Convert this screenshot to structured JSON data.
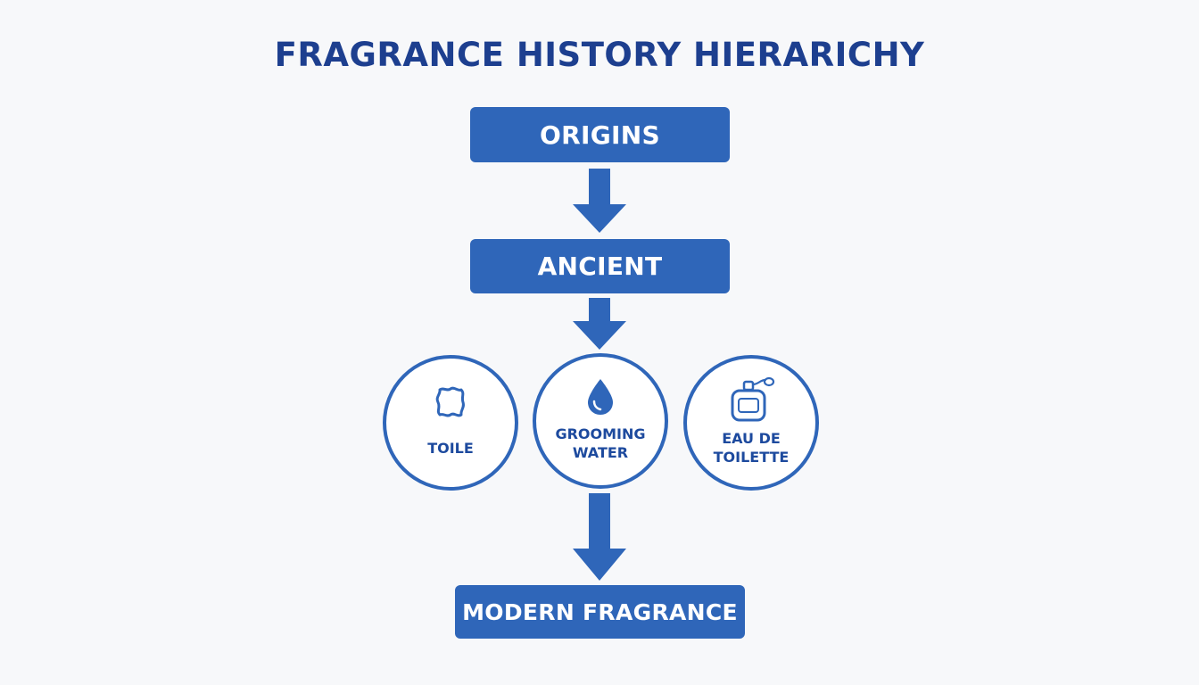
{
  "title": "FRAGRANCE HISTORY HIERARICHY",
  "colors": {
    "primary": "#2f66b9",
    "title": "#1d3f8f",
    "background": "#f7f8fa"
  },
  "nodes": {
    "origins": "ORIGINS",
    "ancient": "ANCIENT",
    "modern": "MODERN FRAGRANCE"
  },
  "circles": [
    {
      "label": "TOILE",
      "icon": "cloth-icon"
    },
    {
      "label": "GROOMING WATER",
      "icon": "water-drop-icon"
    },
    {
      "label": "EAU DE TOILETTE",
      "icon": "perfume-bottle-icon"
    }
  ]
}
